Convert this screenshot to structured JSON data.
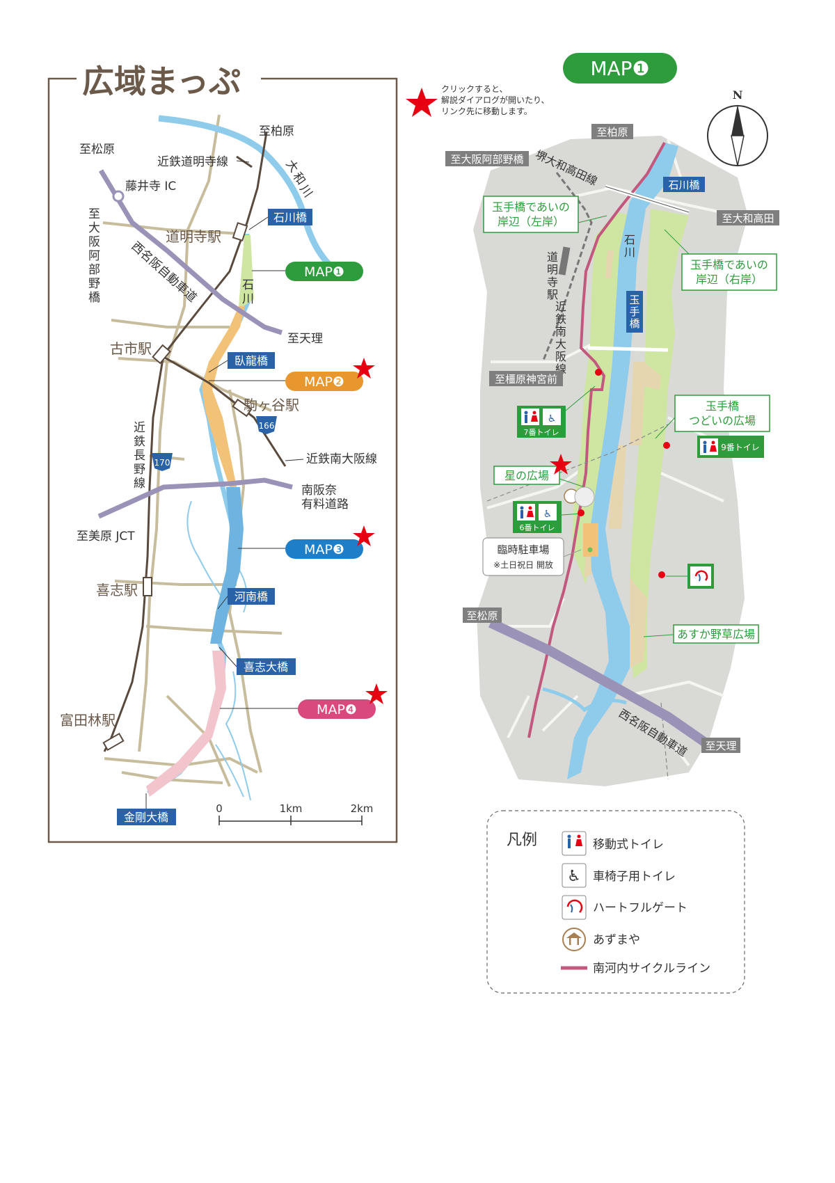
{
  "overview": {
    "title": "広域まっぷ",
    "places": {
      "kashiwara": "至柏原",
      "matsubara": "至松原",
      "fujiidera_ic": "藤井寺 IC",
      "abeno": [
        "至",
        "大",
        "阪",
        "阿",
        "部",
        "野",
        "橋"
      ],
      "domyoji_line": "近鉄道明寺線",
      "yamato_river": [
        "大",
        "和",
        "川"
      ],
      "ishikawa_bridge": "石川橋",
      "domyoji_station": "道明寺駅",
      "nishimeihan": "西名阪自動車道",
      "ishikawa_river": [
        "石",
        "川"
      ],
      "tenri": "至天理",
      "furuichi": "古市駅",
      "garyu": "臥龍橋",
      "komagatani": "駒ヶ谷駅",
      "route166": "166",
      "minami_osaka_line": "近鉄南大阪線",
      "nagano_line": [
        "近",
        "鉄",
        "長",
        "野",
        "線"
      ],
      "route170": "170",
      "minami_hanna_1": "南阪奈",
      "minami_hanna_2": "有料道路",
      "mihara_jct": "至美原 JCT",
      "kawaminami": "河南橋",
      "kishi_station": "喜志駅",
      "kishi_ohashi": "喜志大橋",
      "tondabayashi": "富田林駅",
      "kongo_ohashi": "金剛大橋"
    },
    "map_buttons": [
      {
        "label": "MAP❶",
        "color": "#2e9c3d"
      },
      {
        "label": "MAP❷",
        "color": "#e8962e"
      },
      {
        "label": "MAP❸",
        "color": "#1e7fc8"
      },
      {
        "label": "MAP❹",
        "color": "#d9497e"
      }
    ],
    "scale": [
      "0",
      "1km",
      "2km"
    ]
  },
  "click_note": {
    "lines": [
      "クリックすると、",
      "解説ダイアログが開いたり、",
      "リンク先に移動します。"
    ]
  },
  "map1": {
    "title_badge": "MAP❶",
    "north": "N",
    "labels": {
      "kashiwara": "至柏原",
      "abeno": "至大阪阿部野橋",
      "sakai_line": "堺大和高田線",
      "ishikawa_bridge": "石川橋",
      "yamato_takada": "至大和高田",
      "domyoji_station": [
        "道",
        "明",
        "寺",
        "駅"
      ],
      "minami_osaka_line": [
        "近",
        "鉄",
        "南",
        "大",
        "阪",
        "線"
      ],
      "ishikawa": [
        "石",
        "川"
      ],
      "tamate_bridge": [
        "玉",
        "手",
        "橋"
      ],
      "kashihara": "至橿原神宮前",
      "matsubara": "至松原",
      "nishimeihan": "西名阪自動車道",
      "tenri": "至天理"
    },
    "callouts": {
      "left_bank": [
        "玉手橋であいの",
        "岸辺（左岸）"
      ],
      "right_bank": [
        "玉手橋であいの",
        "岸辺（右岸）"
      ],
      "tsudoi": [
        "玉手橋",
        "つどいの広場"
      ],
      "hoshi": "星の広場",
      "asuka": "あすか野草広場",
      "parking": [
        "臨時駐車場",
        "※土日祝日 開放"
      ]
    },
    "toilets": {
      "t7": "7番トイレ",
      "t9": "9番トイレ",
      "t6": "6番トイレ"
    }
  },
  "legend": {
    "title": "凡例",
    "items": [
      {
        "icon": "portable-toilet-icon",
        "label": "移動式トイレ"
      },
      {
        "icon": "wheelchair-icon",
        "label": "車椅子用トイレ"
      },
      {
        "icon": "heartful-gate-icon",
        "label": "ハートフルゲート"
      },
      {
        "icon": "gazebo-icon",
        "label": "あずまや"
      },
      {
        "icon": "cycle-line-icon",
        "label": "南河内サイクルライン"
      }
    ]
  },
  "colors": {
    "river": "#8fcbea",
    "green_park": "#cfe6a3",
    "brown_road": "#b8ab87",
    "railway": "#5a4a3e",
    "expressway": "#9b92b8",
    "accent_star": "#e60012",
    "cycle_line": "#c2587e",
    "label_blue": "#2a62a8",
    "label_gray": "#7f7f7f"
  }
}
